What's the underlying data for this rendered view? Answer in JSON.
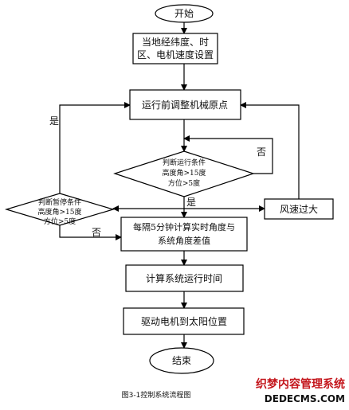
{
  "nodes": {
    "start": "开始",
    "setup_line1": "当地经纬度、时",
    "setup_line2": "区、电机速度设置",
    "adjust": "运行前调整机械原点",
    "cond1_line1": "判断运行条件",
    "cond1_line2": "高度角>15度",
    "cond1_line3": "方位>5度",
    "pause_line1": "判断暂停条件",
    "pause_line2": "高度角>15度",
    "pause_line3": "方位>5度",
    "wind": "风速过大",
    "calc_line1": "每隔5分钟计算实时角度与",
    "calc_line2": "系统角度差值",
    "runtime": "计算系统运行时间",
    "drive": "驱动电机到太阳位置",
    "end": "结束"
  },
  "edge_labels": {
    "no_right": "否",
    "yes_center": "是",
    "yes_left": "是",
    "no_left": "否"
  },
  "caption": "图3-1控制系统流程图",
  "watermark": {
    "line1": "织梦内容管理系统",
    "line2": "DEDECMS.COM"
  }
}
